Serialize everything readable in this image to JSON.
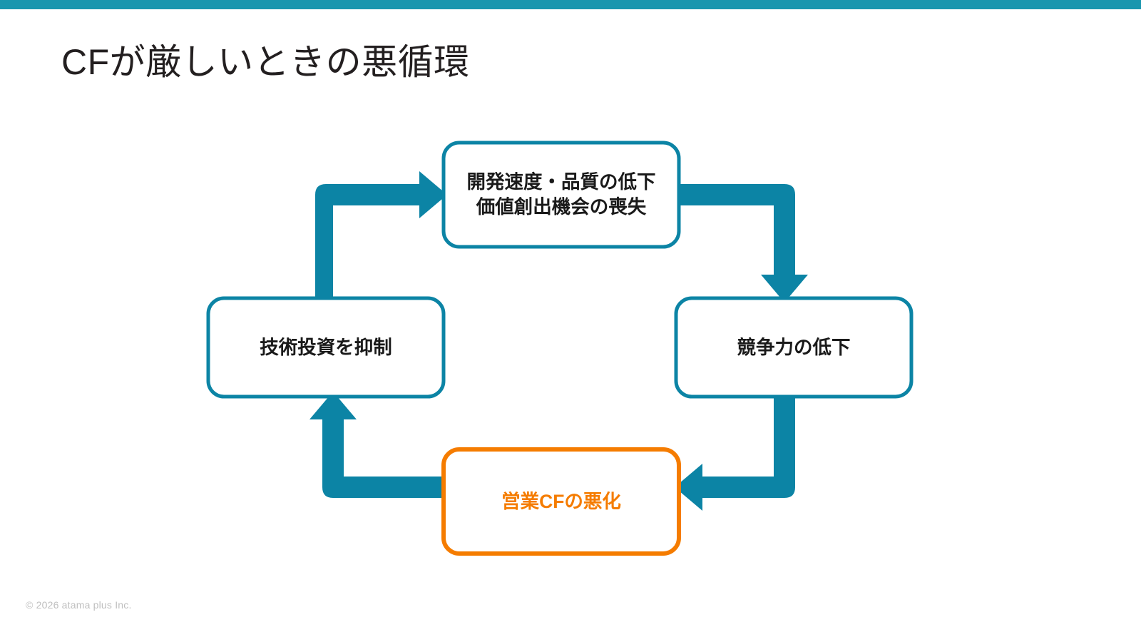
{
  "theme": {
    "accent_teal": "#1996AE",
    "diagram_teal": "#0C84A5",
    "orange": "#F57C00",
    "title_color": "#231F20",
    "footer_color": "#BFBFBF",
    "background": "#FFFFFF"
  },
  "slide": {
    "title": "CFが厳しいときの悪循環",
    "footer": "© 2026 atama plus Inc."
  },
  "diagram": {
    "type": "vicious-cycle",
    "direction": "clockwise",
    "nodes": [
      {
        "id": "dev",
        "label": "開発速度・品質の低下\n価値創出機会の喪失",
        "lines": [
          "開発速度・品質の低下",
          "価値創出機会の喪失"
        ],
        "position": "top",
        "border_color": "#0C84A5",
        "text_color": "#1A1A1A",
        "fill": "#FFFFFF",
        "highlight": false
      },
      {
        "id": "competitiveness",
        "label": "競争力の低下",
        "lines": [
          "競争力の低下"
        ],
        "position": "right",
        "border_color": "#0C84A5",
        "text_color": "#1A1A1A",
        "fill": "#FFFFFF",
        "highlight": false
      },
      {
        "id": "operating-cf",
        "label": "営業CFの悪化",
        "lines": [
          "営業CFの悪化"
        ],
        "position": "bottom",
        "border_color": "#F57C00",
        "text_color": "#F57C00",
        "fill": "#FFFFFF",
        "highlight": true
      },
      {
        "id": "tech-investment",
        "label": "技術投資を抑制",
        "lines": [
          "技術投資を抑制"
        ],
        "position": "left",
        "border_color": "#0C84A5",
        "text_color": "#1A1A1A",
        "fill": "#FFFFFF",
        "highlight": false
      }
    ],
    "arrows": [
      {
        "id": "arrow-dev-to-competitiveness",
        "from": "dev",
        "to": "competitiveness",
        "color": "#0C84A5",
        "shape": "elbow-right-down"
      },
      {
        "id": "arrow-competitiveness-to-cf",
        "from": "competitiveness",
        "to": "operating-cf",
        "color": "#0C84A5",
        "shape": "elbow-down-left"
      },
      {
        "id": "arrow-cf-to-investment",
        "from": "operating-cf",
        "to": "tech-investment",
        "color": "#0C84A5",
        "shape": "elbow-left-up"
      },
      {
        "id": "arrow-investment-to-dev",
        "from": "tech-investment",
        "to": "dev",
        "color": "#0C84A5",
        "shape": "elbow-up-right"
      }
    ]
  }
}
